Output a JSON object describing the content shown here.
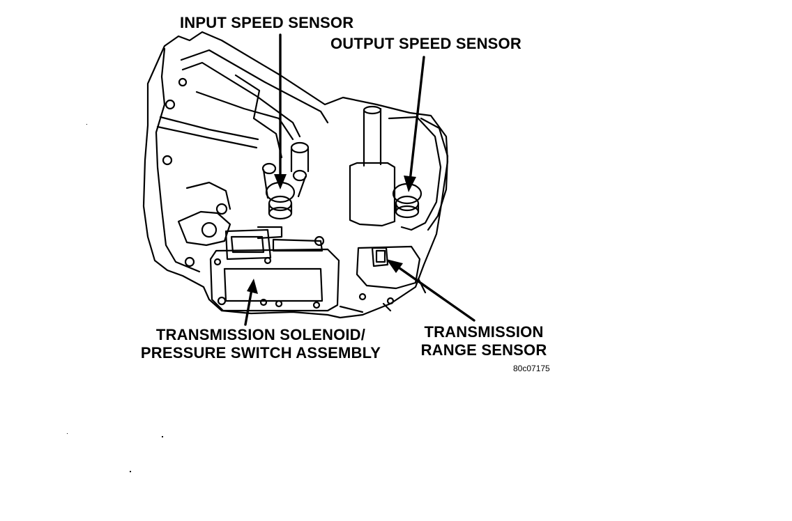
{
  "labels": {
    "input_speed_sensor": "INPUT SPEED SENSOR",
    "output_speed_sensor": "OUTPUT SPEED SENSOR",
    "solenoid_line1": "TRANSMISSION SOLENOID/",
    "solenoid_line2": "PRESSURE SWITCH ASSEMBLY",
    "range_line1": "TRANSMISSION",
    "range_line2": "RANGE SENSOR"
  },
  "figure_id": "80c07175"
}
